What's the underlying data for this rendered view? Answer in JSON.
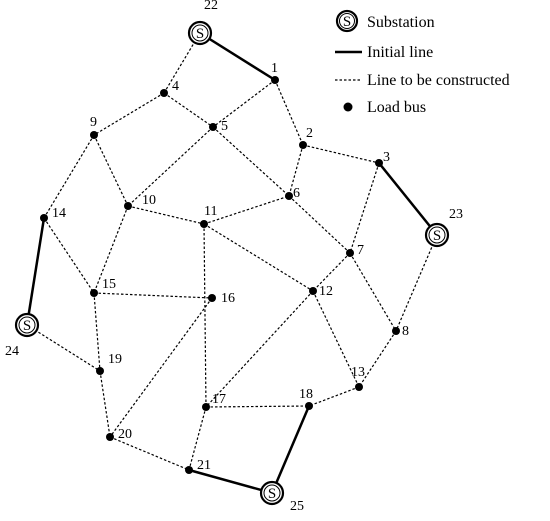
{
  "legend": {
    "substation": {
      "label": "Substation",
      "symbol": "S"
    },
    "initial_line": {
      "label": "Initial line"
    },
    "to_construct": {
      "label": "Line to be constructed"
    },
    "load_bus": {
      "label": "Load bus"
    }
  },
  "substation_symbol": "S",
  "buses": [
    {
      "id": "1",
      "kind": "load"
    },
    {
      "id": "2",
      "kind": "load"
    },
    {
      "id": "3",
      "kind": "load"
    },
    {
      "id": "4",
      "kind": "load"
    },
    {
      "id": "5",
      "kind": "load"
    },
    {
      "id": "6",
      "kind": "load"
    },
    {
      "id": "7",
      "kind": "load"
    },
    {
      "id": "8",
      "kind": "load"
    },
    {
      "id": "9",
      "kind": "load"
    },
    {
      "id": "10",
      "kind": "load"
    },
    {
      "id": "11",
      "kind": "load"
    },
    {
      "id": "12",
      "kind": "load"
    },
    {
      "id": "13",
      "kind": "load"
    },
    {
      "id": "14",
      "kind": "load"
    },
    {
      "id": "15",
      "kind": "load"
    },
    {
      "id": "16",
      "kind": "load"
    },
    {
      "id": "17",
      "kind": "load"
    },
    {
      "id": "18",
      "kind": "load"
    },
    {
      "id": "19",
      "kind": "load"
    },
    {
      "id": "20",
      "kind": "load"
    },
    {
      "id": "21",
      "kind": "load"
    },
    {
      "id": "22",
      "kind": "substation"
    },
    {
      "id": "23",
      "kind": "substation"
    },
    {
      "id": "24",
      "kind": "substation"
    },
    {
      "id": "25",
      "kind": "substation"
    }
  ],
  "lines": [
    {
      "from": "22",
      "to": "1",
      "type": "initial"
    },
    {
      "from": "3",
      "to": "23",
      "type": "initial"
    },
    {
      "from": "14",
      "to": "24",
      "type": "initial"
    },
    {
      "from": "21",
      "to": "25",
      "type": "initial"
    },
    {
      "from": "18",
      "to": "25",
      "type": "initial"
    },
    {
      "from": "22",
      "to": "4",
      "type": "candidate"
    },
    {
      "from": "4",
      "to": "9",
      "type": "candidate"
    },
    {
      "from": "4",
      "to": "5",
      "type": "candidate"
    },
    {
      "from": "1",
      "to": "5",
      "type": "candidate"
    },
    {
      "from": "1",
      "to": "2",
      "type": "candidate"
    },
    {
      "from": "2",
      "to": "3",
      "type": "candidate"
    },
    {
      "from": "2",
      "to": "6",
      "type": "candidate"
    },
    {
      "from": "5",
      "to": "6",
      "type": "candidate"
    },
    {
      "from": "5",
      "to": "10",
      "type": "candidate"
    },
    {
      "from": "9",
      "to": "10",
      "type": "candidate"
    },
    {
      "from": "9",
      "to": "14",
      "type": "candidate"
    },
    {
      "from": "10",
      "to": "11",
      "type": "candidate"
    },
    {
      "from": "10",
      "to": "15",
      "type": "candidate"
    },
    {
      "from": "11",
      "to": "6",
      "type": "candidate"
    },
    {
      "from": "11",
      "to": "12",
      "type": "candidate"
    },
    {
      "from": "11",
      "to": "17",
      "type": "candidate"
    },
    {
      "from": "6",
      "to": "7",
      "type": "candidate"
    },
    {
      "from": "3",
      "to": "7",
      "type": "candidate"
    },
    {
      "from": "7",
      "to": "8",
      "type": "candidate"
    },
    {
      "from": "7",
      "to": "12",
      "type": "candidate"
    },
    {
      "from": "23",
      "to": "8",
      "type": "candidate"
    },
    {
      "from": "8",
      "to": "13",
      "type": "candidate"
    },
    {
      "from": "12",
      "to": "13",
      "type": "candidate"
    },
    {
      "from": "12",
      "to": "17",
      "type": "candidate"
    },
    {
      "from": "13",
      "to": "18",
      "type": "candidate"
    },
    {
      "from": "14",
      "to": "15",
      "type": "candidate"
    },
    {
      "from": "15",
      "to": "16",
      "type": "candidate"
    },
    {
      "from": "15",
      "to": "19",
      "type": "candidate"
    },
    {
      "from": "16",
      "to": "20",
      "type": "candidate"
    },
    {
      "from": "24",
      "to": "19",
      "type": "candidate"
    },
    {
      "from": "19",
      "to": "20",
      "type": "candidate"
    },
    {
      "from": "20",
      "to": "21",
      "type": "candidate"
    },
    {
      "from": "17",
      "to": "18",
      "type": "candidate"
    },
    {
      "from": "17",
      "to": "21",
      "type": "candidate"
    }
  ]
}
